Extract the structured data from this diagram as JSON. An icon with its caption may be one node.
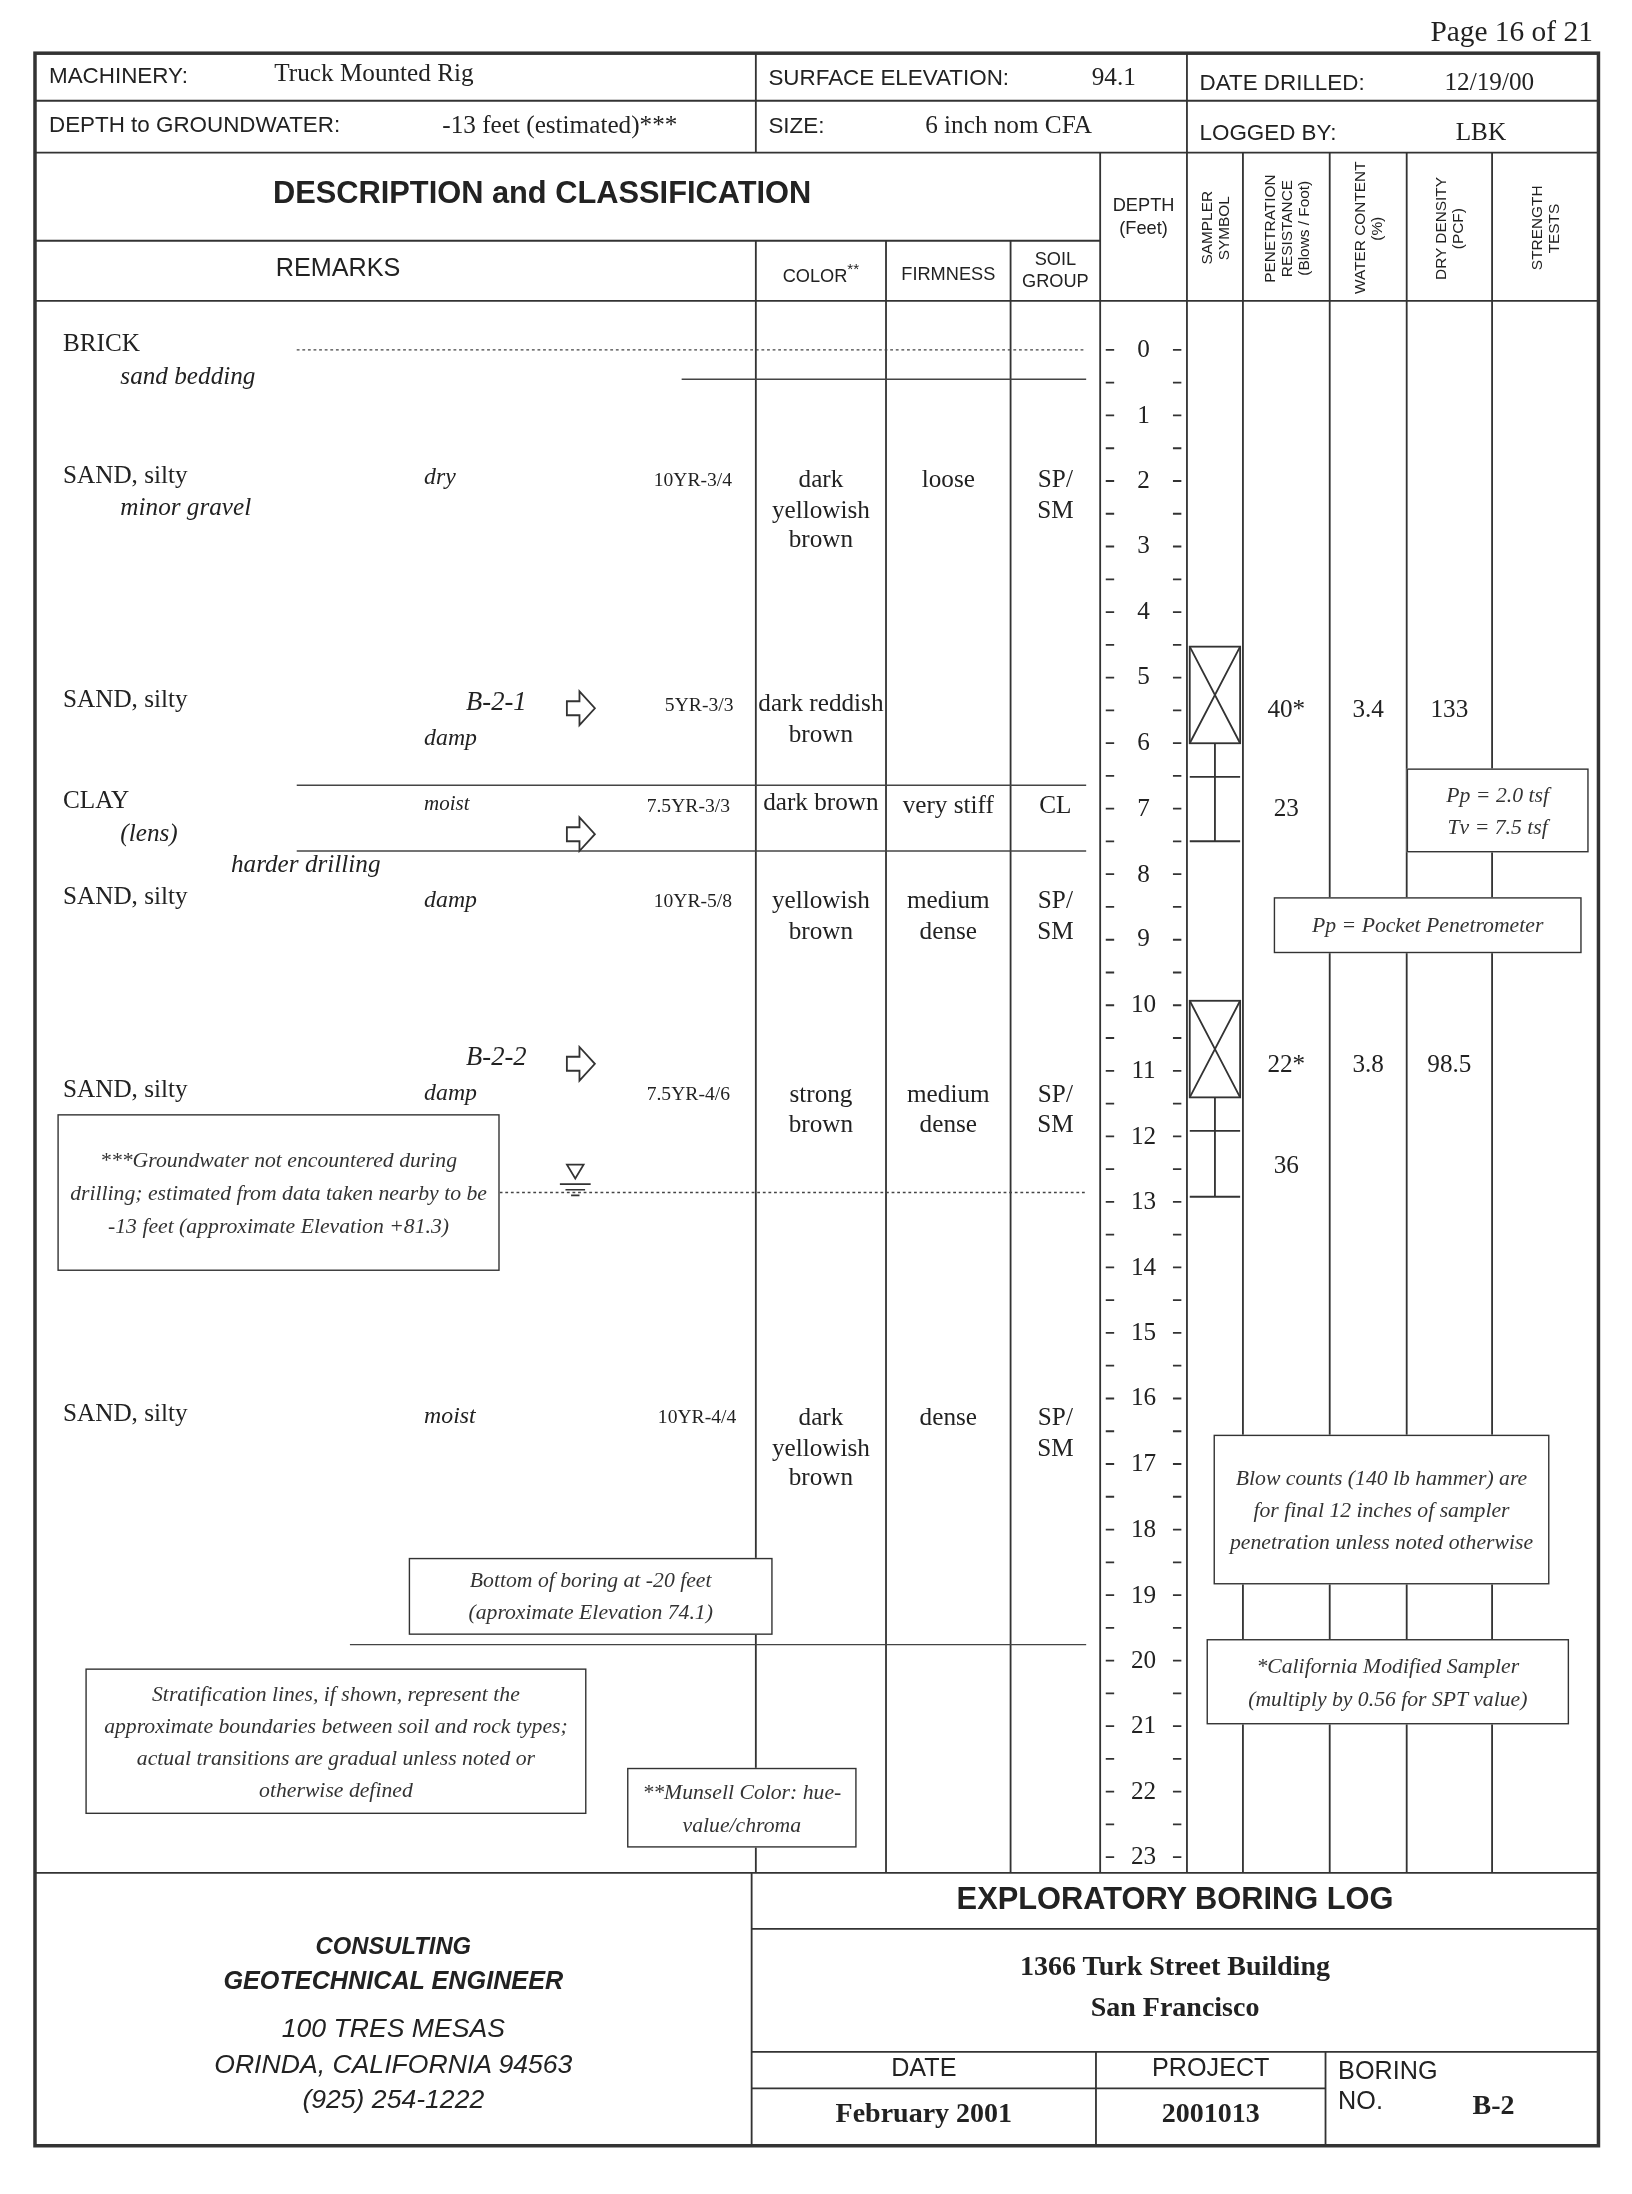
{
  "diagram": {
    "nodes": [
      {
        "text": [
          "***Groundwater not encountered during drilling; estimated from data taken nearby to be -13 feet (approximate Elevation +81.3)"
        ]
      },
      {
        "text": [
          "Pp = 2.0 tsf",
          "Tv = 7.5 tsf"
        ]
      },
      {
        "text": [
          "Pp = Pocket Penetrometer"
        ]
      },
      {
        "text": [
          "Bottom of boring at -20 feet (aproximate Elevation 74.1)"
        ]
      },
      {
        "text": [
          "Blow counts (140 lb hammer) are for final 12 inches of sampler penetration unless noted otherwise"
        ]
      },
      {
        "text": [
          "*California Modified Sampler (multiply by 0.56 for SPT value)"
        ]
      },
      {
        "text": [
          "Stratification lines, if shown, represent the approximate boundaries between soil and rock types; actual transitions are gradual unless noted or otherwise defined"
        ]
      },
      {
        "text": [
          "**Munsell Color: hue-value/chroma"
        ]
      }
    ],
    "labels": [
      "Page 16 of 21",
      "MACHINERY:",
      "Truck Mounted Rig",
      "SURFACE ELEVATION:",
      "94.1",
      "DATE DRILLED:",
      "12/19/00",
      "DEPTH to GROUNDWATER:",
      "-13 feet (estimated)***",
      "SIZE:",
      "6 inch nom CFA",
      "LOGGED BY:",
      "LBK",
      "DESCRIPTION and CLASSIFICATION",
      "REMARKS",
      "COLOR$^{**}$",
      "FIRMNESS",
      "SOIL GROUP",
      "DEPTH (Feet)",
      "SAMPLER SYMBOL",
      "PENETRATION RESISTANCE (Blows / Foot)",
      "WATER CONTENT (%)",
      "DRY DENSITY (PCF)",
      "STRENGTH TESTS",
      "BRICK",
      "sand bedding",
      "SAND, silty",
      "minor gravel",
      "dry",
      "10YR-3/4",
      "dark yellowish brown",
      "loose",
      "SP/ SM",
      "SAND, silty",
      "B-2-1",
      "damp",
      "5YR-3/3",
      "dark reddish brown",
      "40*",
      "3.4",
      "133",
      "CLAY",
      "(lens)",
      "moist",
      "7.5YR-3/3",
      "dark brown",
      "very stiff",
      "CL",
      "23",
      "harder drilling",
      "SAND, silty",
      "damp",
      "10YR-5/8",
      "yellowish brown",
      "medium dense",
      "SP/ SM",
      "B-2-2",
      "SAND, silty",
      "damp",
      "7.5YR-4/6",
      "strong brown",
      "medium dense",
      "SP/ SM",
      "22*",
      "3.8",
      "98.5",
      "36",
      "SAND, silty",
      "moist",
      "10YR-4/4",
      "dark yellowish brown",
      "dense",
      "SP/ SM",
      "0",
      "1",
      "2",
      "3",
      "4",
      "5",
      "6",
      "7",
      "8",
      "9",
      "10",
      "11",
      "12",
      "13",
      "14",
      "15",
      "16",
      "17",
      "18",
      "19",
      "20",
      "21",
      "22",
      "23",
      "CONSULTING",
      "GEOTECHNICAL ENGINEER",
      "100 TRES MESAS",
      "ORINDA, CALIFORNIA 94563",
      "(925) 254-1222",
      "EXPLORATORY BORING LOG",
      "1366 Turk Street Building",
      "San Francisco",
      "DATE",
      "February 2001",
      "PROJECT",
      "2001013",
      "BORING NO.",
      "B-2"
    ]
  }
}
